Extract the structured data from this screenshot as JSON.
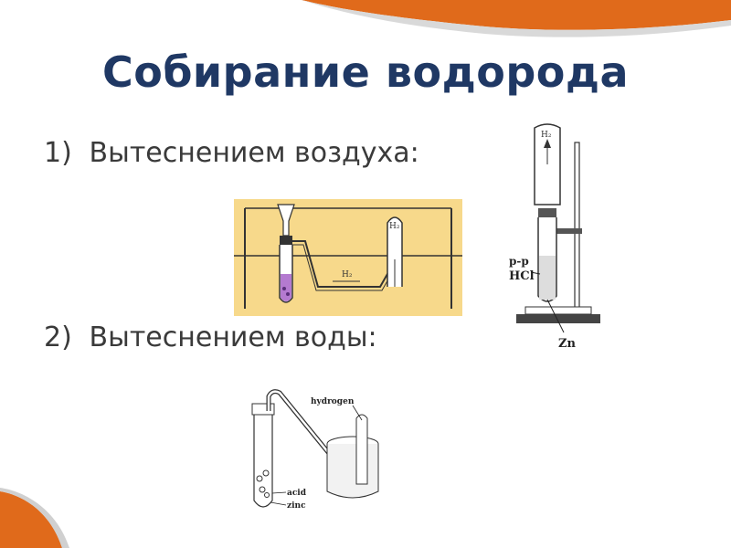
{
  "slide": {
    "title": "Собирание водорода",
    "bullets": [
      {
        "num": "1)",
        "text": "Вытеснением воздуха:"
      },
      {
        "num": "2)",
        "text": "Вытеснением воды:"
      }
    ]
  },
  "figures": {
    "air_displacement": {
      "label_tube": "H₂",
      "label_flow": "H₂"
    },
    "stand": {
      "label_tube": "H₂",
      "label_solution": "р-р",
      "label_acid": "HCl",
      "label_metal": "Zn"
    },
    "water_displacement": {
      "label_gas": "hydrogen",
      "label_acid": "acid",
      "label_metal": "zinc"
    }
  },
  "colors": {
    "title": "#1f3864",
    "text": "#3a3a3a",
    "accent_orange": "#e06a1b",
    "figure_background": "#f7d98b"
  }
}
